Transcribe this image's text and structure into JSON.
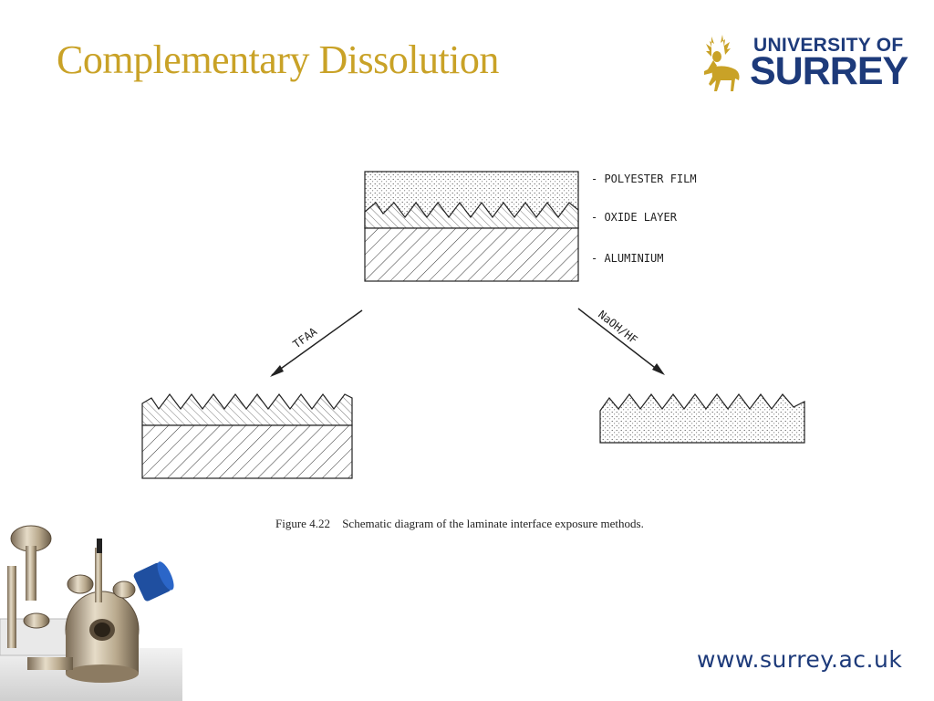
{
  "slide": {
    "title": "Complementary Dissolution"
  },
  "logo": {
    "line1": "UNIVERSITY OF",
    "line2": "SURREY"
  },
  "diagram": {
    "labels": [
      "- POLYESTER FILM",
      "- OXIDE LAYER",
      "- ALUMINIUM"
    ],
    "arrows": {
      "left": "TFAA",
      "right": "NaOH/HF"
    },
    "caption_number": "Figure 4.22",
    "caption_text": "Schematic diagram of the laminate interface exposure methods."
  },
  "footer": {
    "url": "www.surrey.ac.uk"
  },
  "colors": {
    "title": "#c9a227",
    "brand": "#1d3a7a"
  },
  "icons": {
    "logo": "stag-icon",
    "image": "vacuum-chamber-illustration"
  }
}
